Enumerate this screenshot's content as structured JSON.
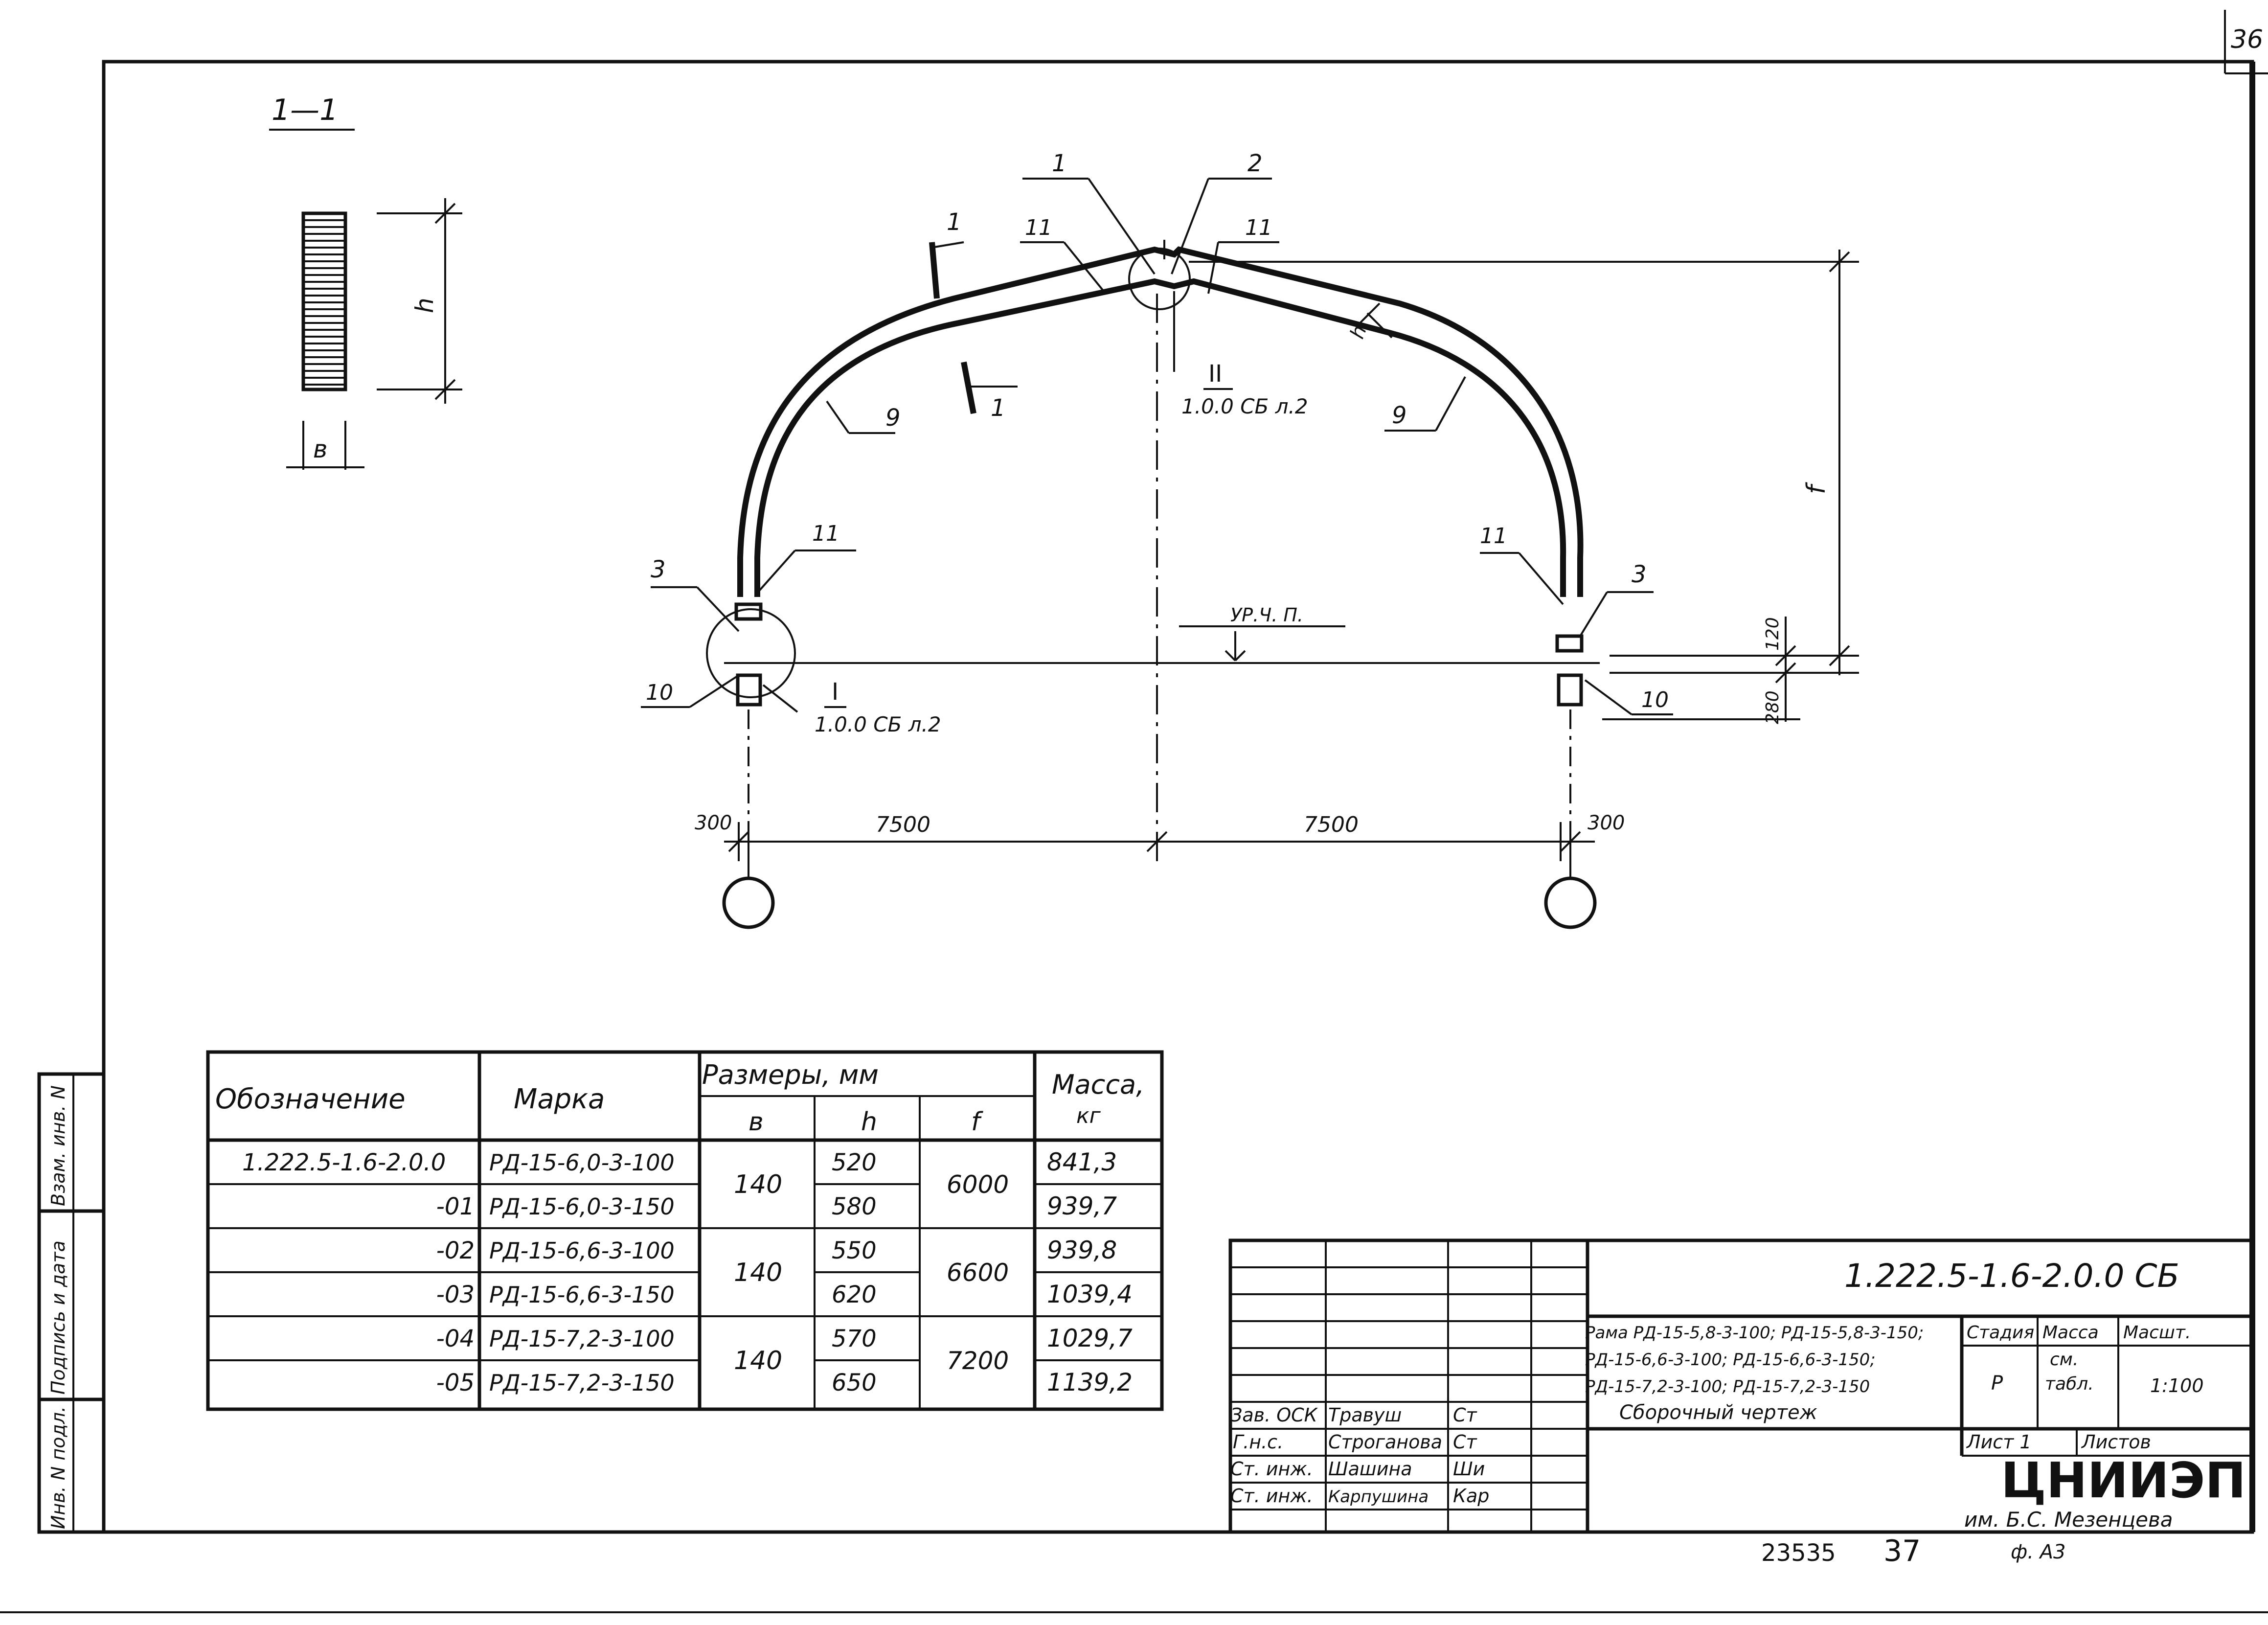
{
  "sheet_number": "36",
  "section": {
    "label": "1—1",
    "dim_h": "h",
    "dim_b": "в"
  },
  "frame": {
    "labels": {
      "pos1": "1",
      "pos2": "2",
      "pos3": "3",
      "pos9": "9",
      "pos10": "10",
      "pos11": "11",
      "cut": "1"
    },
    "node_refs": {
      "node_II": "II",
      "node_I": "I",
      "ref": "1.0.0 СБ л.2"
    },
    "level_label": "УР.Ч. П.",
    "dim_f": "f",
    "dim_120": "120",
    "dim_280": "280",
    "dim_300": "300",
    "dim_7500": "7500"
  },
  "table": {
    "headers": {
      "designation": "Обозначение",
      "mark": "Марка",
      "dims": "Размеры, мм",
      "b": "в",
      "h": "h",
      "f": "f",
      "mass": "Масса,",
      "mass_unit": "кг"
    },
    "rows": [
      {
        "designation": "1.222.5-1.6-2.0.0",
        "mark": "РД-15-6,0-3-100",
        "h": "520",
        "mass": "841,3"
      },
      {
        "designation": "-01",
        "mark": "РД-15-6,0-3-150",
        "h": "580",
        "mass": "939,7"
      },
      {
        "designation": "-02",
        "mark": "РД-15-6,6-3-100",
        "h": "550",
        "mass": "939,8"
      },
      {
        "designation": "-03",
        "mark": "РД-15-6,6-3-150",
        "h": "620",
        "mass": "1039,4"
      },
      {
        "designation": "-04",
        "mark": "РД-15-7,2-3-100",
        "h": "570",
        "mass": "1029,7"
      },
      {
        "designation": "-05",
        "mark": "РД-15-7,2-3-150",
        "h": "650",
        "mass": "1139,2"
      }
    ],
    "groups": [
      {
        "b": "140",
        "f": "6000"
      },
      {
        "b": "140",
        "f": "6600"
      },
      {
        "b": "140",
        "f": "7200"
      }
    ]
  },
  "title_block": {
    "code": "1.222.5-1.6-2.0.0 СБ",
    "desc_lines": [
      "Рама РД-15-5,8-3-100; РД-15-5,8-3-150;",
      "РД-15-6,6-3-100; РД-15-6,6-3-150;",
      "РД-15-7,2-3-100; РД-15-7,2-3-150",
      "Сборочный чертеж"
    ],
    "stage_label": "Стадия",
    "stage": "Р",
    "mass_label": "Масса",
    "mass_value_1": "см.",
    "mass_value_2": "табл.",
    "scale_label": "Масшт.",
    "scale": "1:100",
    "sheet_label": "Лист 1",
    "sheets_label": "Листов",
    "org": "ЦНИИЭП",
    "org_sub": "им. Б.С. Мезенцева",
    "signatures": [
      {
        "role": "Зав. ОСК",
        "name": "Травуш",
        "sign": "Ст"
      },
      {
        "role": "Г.н.с.",
        "name": "Строганова",
        "sign": "Ст"
      },
      {
        "role": "Ст. инж.",
        "name": "Шашина",
        "sign": "Ши"
      },
      {
        "role": "Ст. инж.",
        "name": "Карпушина",
        "sign": "Кар"
      }
    ]
  },
  "side_stamp": {
    "vzam": "Взам. инв. N",
    "podpis": "Подпись и дата",
    "inv": "Инв. N подл."
  },
  "footer": {
    "num": "23535",
    "page": "37",
    "format": "ф. А3"
  }
}
